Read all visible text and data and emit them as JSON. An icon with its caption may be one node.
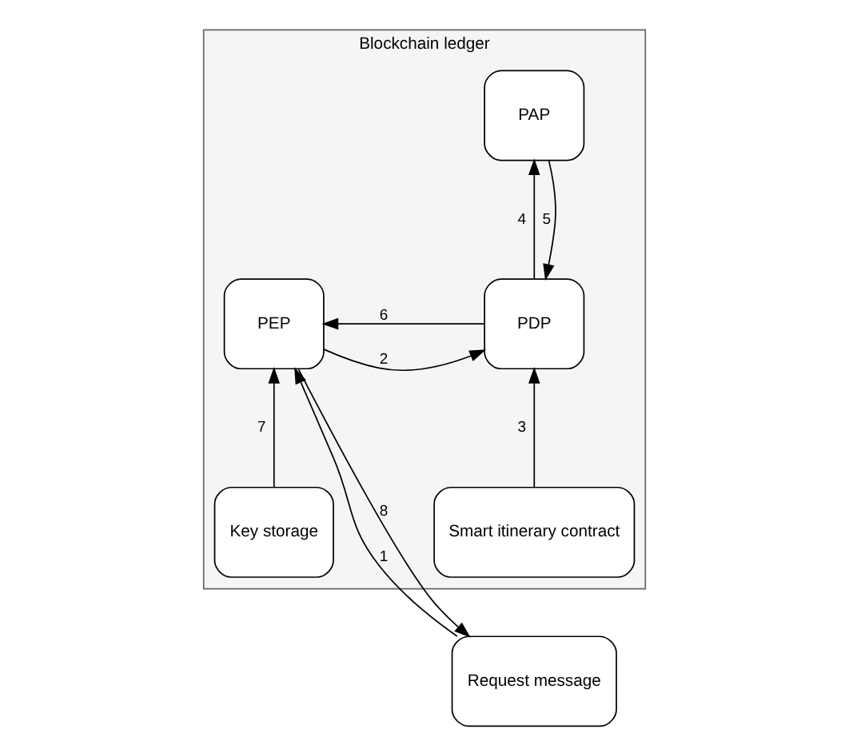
{
  "diagram": {
    "nodes": [
      {
        "text": [
          "Blockchain ledger"
        ]
      },
      {
        "text": [
          "Key storage"
        ],
        "in": 0
      },
      {
        "text": [
          "Smart itinerary contract"
        ],
        "in": 0
      },
      {
        "text": [
          "Request message"
        ]
      },
      {
        "text": [
          "PEP"
        ],
        "in": 0
      },
      {
        "text": [
          "PDP"
        ],
        "in": 0
      },
      {
        "text": [
          "PAP"
        ],
        "in": 0
      }
    ],
    "edges": [
      {
        "from": 3,
        "to": 4,
        "arrow": "to",
        "label": "1"
      },
      {
        "from": 4,
        "to": 5,
        "arrow": "to",
        "label": "2"
      },
      {
        "from": 2,
        "to": 5,
        "arrow": "to",
        "label": "3"
      },
      {
        "from": 5,
        "to": 6,
        "arrow": "to",
        "label": "4"
      },
      {
        "from": 6,
        "to": 5,
        "arrow": "to",
        "label": "5"
      },
      {
        "from": 5,
        "to": 4,
        "arrow": "to",
        "label": "6"
      },
      {
        "from": 1,
        "to": 4,
        "arrow": "to",
        "label": "7"
      },
      {
        "from": 4,
        "to": 3,
        "arrow": "to",
        "label": "8"
      }
    ]
  }
}
